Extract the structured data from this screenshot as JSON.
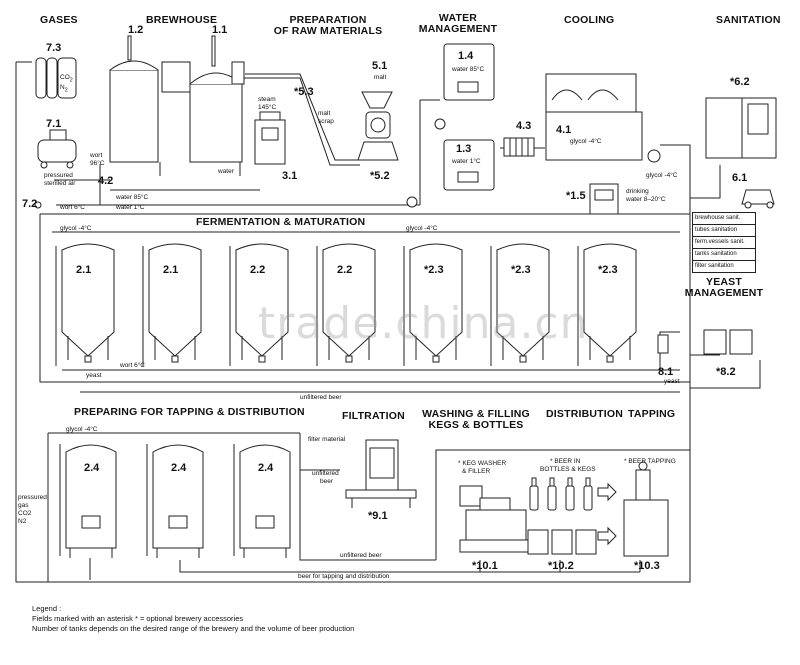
{
  "sections": {
    "gases": "GASES",
    "brewhouse": "BREWHOUSE",
    "preparation_1": "PREPARATION",
    "preparation_2": "OF RAW MATERIALS",
    "water_1": "WATER",
    "water_2": "MANAGEMENT",
    "cooling": "COOLING",
    "sanitation": "SANITATION",
    "fermentation": "FERMENTATION & MATURATION",
    "yeast_1": "YEAST",
    "yeast_2": "MANAGEMENT",
    "tapping_prep": "PREPARING FOR TAPPING & DISTRIBUTION",
    "filtration": "FILTRATION",
    "washing_1": "WASHING & FILLING",
    "washing_2": "KEGS & BOTTLES",
    "distribution": "DISTRIBUTION",
    "tapping": "TAPPING"
  },
  "numbers": {
    "n73": "7.3",
    "n71": "7.1",
    "n72": "7.2",
    "n12": "1.2",
    "n11": "1.1",
    "n53": "*5.3",
    "n51": "5.1",
    "n52": "*5.2",
    "n31": "3.1",
    "n42": "4.2",
    "n14": "1.4",
    "n13": "1.3",
    "n43": "4.3",
    "n41": "4.1",
    "n15": "*1.5",
    "n62": "*6.2",
    "n61": "6.1",
    "n81": "8.1",
    "n82": "*8.2",
    "n91": "*9.1",
    "n101": "*10.1",
    "n102": "*10.2",
    "n103": "*10.3"
  },
  "ferm_tanks": [
    "2.1",
    "2.1",
    "2.2",
    "2.2",
    "*2.3",
    "*2.3",
    "*2.3"
  ],
  "bright_tanks": [
    "2.4",
    "2.4",
    "2.4"
  ],
  "labels": {
    "co2": "CO",
    "co2_sub": "2",
    "n2": "N",
    "n2_sub": "2",
    "pressured_air_1": "pressured",
    "pressured_air_2": "sterilled air",
    "wort96_1": "wort",
    "wort96_2": "96°C",
    "water_lbl": "water",
    "steam_1": "steam",
    "steam_2": "145°C",
    "malt": "malt",
    "malt_scrap_1": "malt",
    "malt_scrap_2": "scrap",
    "water85": "water 85°C",
    "water1": "water 1°C",
    "water85b": "water 85°C",
    "water1b": "water 1°C",
    "wort6": "wort 6°C",
    "glycol4_cool": "glycol -4°C",
    "glycol4_right": "glycol -4°C",
    "drinking_1": "drinking",
    "drinking_2": "water 8–20°C",
    "glycol_ferm_l": "glycol -4°C",
    "glycol_ferm_r": "glycol -4°C",
    "glycol_bright": "glycol -4°C",
    "wort6_bottom": "wort 6°C",
    "yeast_left": "yeast",
    "yeast_right": "yeast",
    "unfiltered_beer": "unfiltered beer",
    "filter_material": "filter material",
    "unfiltered_beer_2a": "unfiltered",
    "unfiltered_beer_2b": "beer",
    "unfiltered_beer_3": "unfiltered beer",
    "beer_tapping_dist": "beer for tapping and distribution",
    "pressured_gas_1": "pressured",
    "pressured_gas_2": "gas",
    "pressured_gas_3": "CO2",
    "pressured_gas_4": "N2",
    "keg_washer_1": "* KEG WASHER",
    "keg_washer_2": "& FILLER",
    "beer_bottles_1": "* BEER IN",
    "beer_bottles_2": "BOTTLES & KEGS",
    "beer_tapping": "* BEER TAPPING"
  },
  "sanitation_list": [
    "brewhouse sanit.",
    "tubes sanitation",
    "ferm.vessels sanit.",
    "tanks sanitation",
    "filter sanitation"
  ],
  "legend": {
    "title": "Legend :",
    "line1": "Fields marked with an asterisk * = optional brewery accessories",
    "line2": "Number of tanks depends on the desired range of the brewery and the volume of beer production"
  },
  "watermark": "trade.china.cn"
}
